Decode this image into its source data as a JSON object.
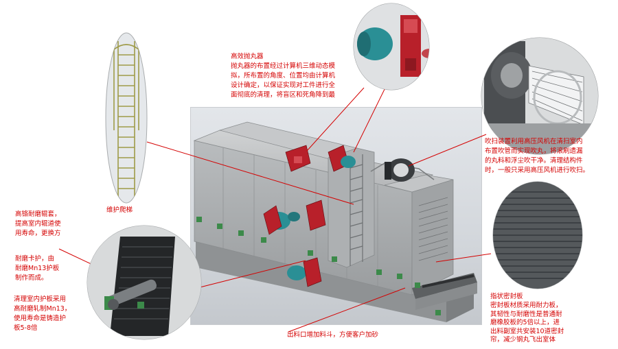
{
  "labels": {
    "shot_blaster": {
      "title": "高效抛丸器",
      "body": "抛丸器的布置经过计算机三维动态模\n拟，所布置的角度、位置均由计算机\n设计确定，以保证实现对工件进行全\n面彻底的清理，将盲区和死角降到最"
    },
    "blow_device": {
      "title": "",
      "body": "吹扫装置利用高压风机在清扫室内\n布置吹管而实现吹丸，将滚刷遗漏\n的丸料和浮尘吹干净。清理结构件\n时，一般只采用高压风机进行吹扫。"
    },
    "ladder": {
      "title": "",
      "body": "维护爬梯"
    },
    "roller_sleeve": {
      "title": "",
      "body": "高铬耐磨辊套，\n提高室内辊道使\n用寿命，更换方"
    },
    "wear_clip": {
      "title": "",
      "body": "耐磨卡护，由\n耐磨Mn13护板\n制作而成。"
    },
    "guard_plate": {
      "title": "",
      "body": "清理室内护板采用\n高耐磨轧制Mn13，\n使用寿命是铸造护\n板5-8倍"
    },
    "outlet_hopper": {
      "title": "",
      "body": "出料口增加料斗，方便客户加砂"
    },
    "seal_board": {
      "title": "指状密封板",
      "body": "密封板材质采用耐力板，\n其韧性与耐磨性是普通耐\n磨橡胶板的5倍以上，进\n出料副室共安装10道密封\n帘，减少钢丸飞出室体"
    }
  },
  "colors": {
    "label_text": "#d40000",
    "leader_line": "#d40000",
    "machine_body": "#a9acae",
    "blaster_motor": "#2a8f95",
    "blaster_housing": "#b8202a",
    "ladder": "#9e9a47",
    "marker": "#3c8a4a"
  },
  "icons": [
    "shot-blaster-callout",
    "blower-callout",
    "ladder-callout",
    "roller-callout",
    "seal-board-callout"
  ]
}
